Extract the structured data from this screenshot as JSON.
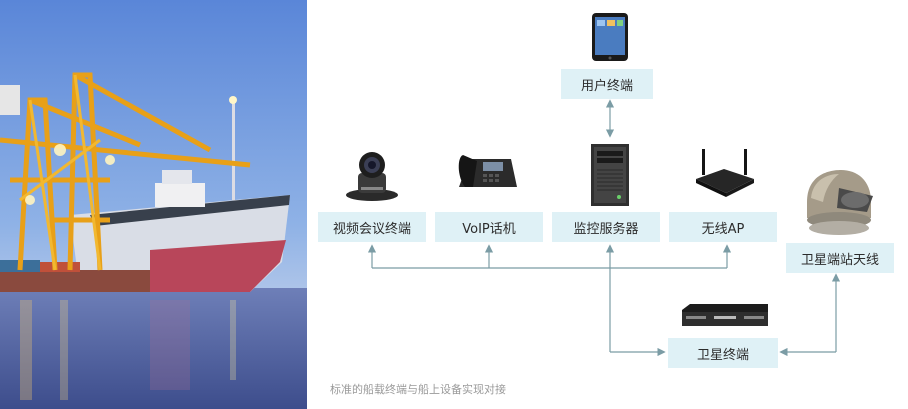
{
  "nodes": {
    "user_terminal": "用户终端",
    "video_conf": "视频会议终端",
    "voip": "VoIP话机",
    "monitor_server": "监控服务器",
    "wireless_ap": "无线AP",
    "satellite_antenna": "卫星端站天线",
    "satellite_terminal": "卫星终端"
  },
  "caption": "标准的船载终端与船上设备实现对接",
  "colors": {
    "node_bg": "#dff1f6",
    "line": "#7b9ca5"
  }
}
